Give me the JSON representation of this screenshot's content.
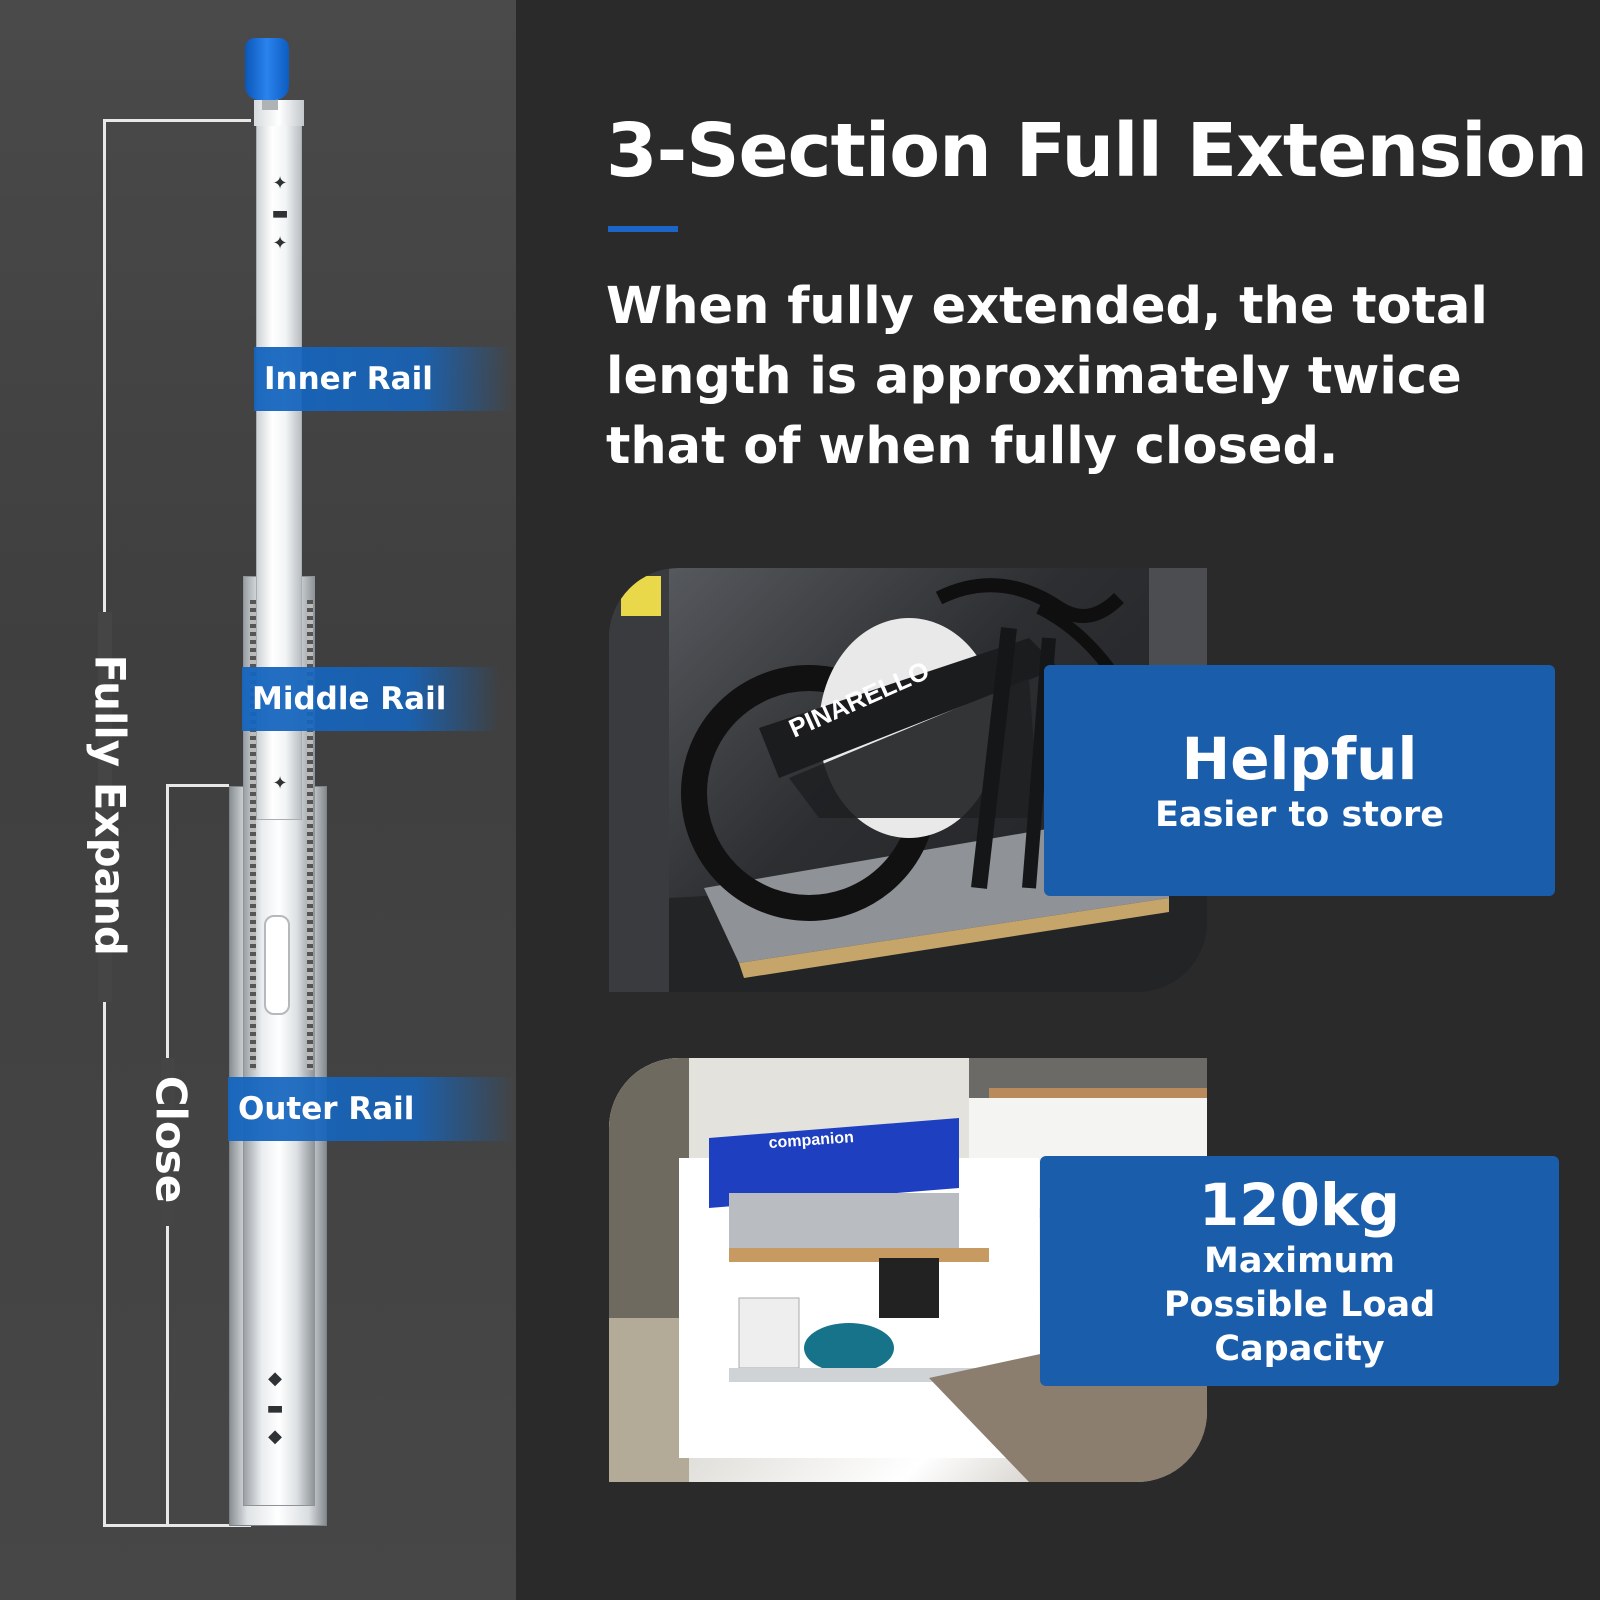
{
  "headline": "3-Section Full Extension",
  "description": "When fully extended, the total length is approximately twice that of when fully closed.",
  "dimension_labels": {
    "fully_expand": "Fully Expand",
    "close": "Close"
  },
  "rail_labels": {
    "inner": "Inner Rail",
    "middle": "Middle Rail",
    "outer": "Outer Rail"
  },
  "photo_bike": {
    "frame_text": "PINARELLO"
  },
  "photo_kitchen": {
    "brand_text": "companion"
  },
  "callouts": [
    {
      "title": "Helpful",
      "subtitle": "Easier to store"
    },
    {
      "title": "120kg",
      "subtitle": "Maximum Possible Load Capacity"
    }
  ],
  "colors": {
    "accent_blue": "#1c64c5",
    "callout_blue": "#1a5eab",
    "cap_blue": "#1a6fd8",
    "background": "#2a2a2a"
  }
}
